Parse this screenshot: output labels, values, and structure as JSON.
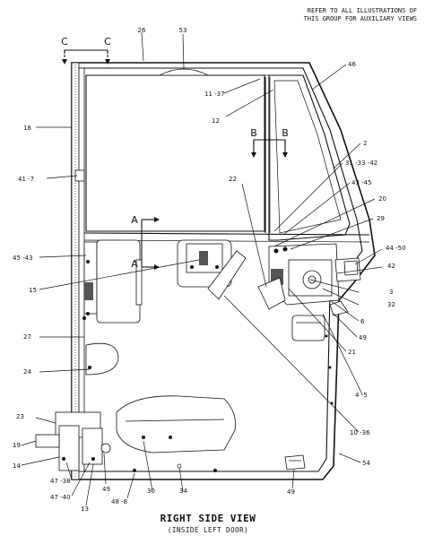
{
  "note": {
    "line1": "REFER TO ALL ILLUSTRATIONS OF",
    "line2": "THIS GROUP FOR AUXILIARY VIEWS"
  },
  "title": "RIGHT SIDE VIEW",
  "subtitle": "(INSIDE LEFT DOOR)",
  "section_marks": {
    "c_left": "C",
    "c_right": "C",
    "b_left": "B",
    "b_right": "B",
    "a_upper": "A",
    "a_lower": "A"
  },
  "callouts": {
    "c26": "26",
    "c53": "53",
    "c46": "46",
    "c11_37": "11 -37",
    "c12": "12",
    "c18": "18",
    "c2": "2",
    "c31_33_42": "31 -33 -42",
    "c22": "22",
    "c43_45": "43 -45",
    "c41_7": "41 -7",
    "c20": "20",
    "c29": "29",
    "c45_43": "45 -43",
    "c44_50": "44 -50",
    "c42": "42",
    "c15": "15",
    "c3": "3",
    "c32": "32",
    "c6": "6",
    "c49a": "49",
    "c21": "21",
    "c27": "27",
    "c24": "24",
    "c4_5": "4 -5",
    "c23": "23",
    "c10_36": "10 -36",
    "c19": "19",
    "c54": "54",
    "c14": "14",
    "c47_38": "47 -38",
    "c47_40": "47 -40",
    "c49b": "49",
    "c48_8": "48 -8",
    "c30": "30",
    "c34": "34",
    "c49c": "49",
    "c13": "13"
  }
}
